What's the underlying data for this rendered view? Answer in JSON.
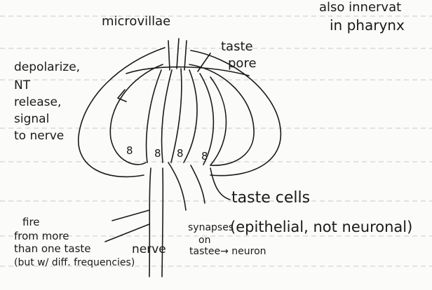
{
  "corner_note": {
    "line1": "also innervat",
    "line2": "in pharynx"
  },
  "labels": {
    "microvillae": "microvillae",
    "taste_pore_1": "taste",
    "taste_pore_2": "pore",
    "depolarize": [
      "depolarize,",
      "NT",
      "release,",
      "signal",
      "to nerve"
    ],
    "taste_cells": "taste cells",
    "epithelial": "(epithelial, not neuronal)",
    "synapses_1": "synapses",
    "synapses_2": "on",
    "synapses_3": "tastee→ neuron",
    "fire": [
      "fire",
      "from more",
      "than one taste",
      "(but w/ diff. frequencies)"
    ],
    "nerve": "nerve",
    "cell_marks": [
      "8",
      "8",
      "8",
      "8"
    ]
  },
  "colors": {
    "ink": "#1a1a1a",
    "paper": "#fbfbf9",
    "rule_line": "#c9cbc8"
  }
}
